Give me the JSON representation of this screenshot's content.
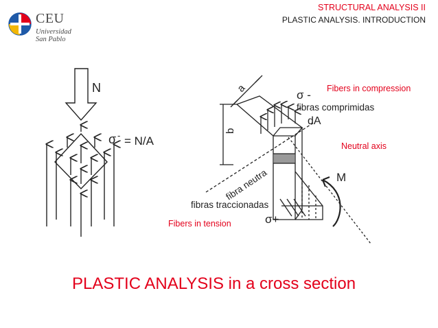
{
  "logo": {
    "name": "CEU",
    "line1": "Universidad",
    "line2": "San Pablo"
  },
  "header": {
    "title": "STRUCTURAL ANALYSIS II",
    "subtitle": "PLASTIC ANALYSIS. INTRODUCTION"
  },
  "diagram": {
    "axial": {
      "force_label": "N",
      "stress_sign": "σ",
      "stress_super": "-",
      "stress_formula": "= N/A"
    },
    "section": {
      "dim_a": "a",
      "dim_b": "b",
      "sigma_comp": "σ -",
      "fibras_comprimidas": "fibras comprimidas",
      "dA": "dA",
      "fibra_neutra": "fibra neutra",
      "fibras_traccionadas": "fibras traccionadas",
      "sigma_tens": "σ+",
      "moment": "M"
    }
  },
  "callouts": {
    "compression": "Fibers in compression",
    "neutral_axis": "Neutral axis",
    "tension": "Fibers in tension"
  },
  "slide_title": "PLASTIC ANALYSIS in a cross section",
  "colors": {
    "accent": "#e3001b",
    "logo_blue": "#1f5aa8",
    "logo_red": "#e3001b",
    "logo_yellow": "#f2b705",
    "ink": "#222222"
  }
}
